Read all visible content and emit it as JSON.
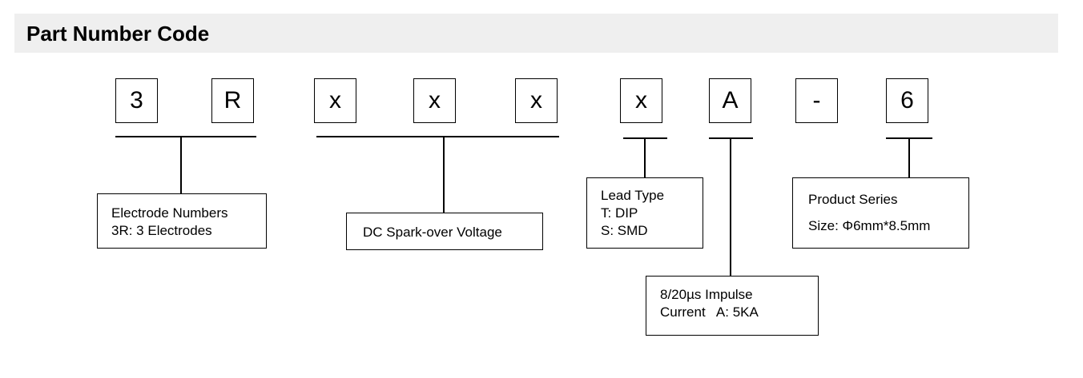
{
  "header": {
    "title": "Part Number Code"
  },
  "code_chars": [
    "3",
    "R",
    "x",
    "x",
    "x",
    "x",
    "A",
    "-",
    "6"
  ],
  "descriptions": {
    "electrode": {
      "line1": "Electrode Numbers",
      "line2": "3R: 3 Electrodes"
    },
    "voltage": {
      "line1": "DC Spark-over Voltage"
    },
    "lead": {
      "line1": "Lead Type",
      "line2": "T: DIP",
      "line3": "S: SMD"
    },
    "impulse": {
      "line1": "8/20µs Impulse",
      "line2": "Current   A: 5KA"
    },
    "series": {
      "line1": "Product Series",
      "line2": "Size: Φ6mm*8.5mm"
    }
  }
}
